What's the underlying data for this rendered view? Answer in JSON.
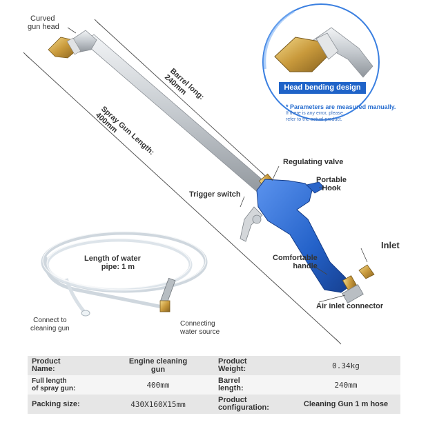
{
  "labels": {
    "curved_gun_head": [
      "Curved",
      "gun head"
    ],
    "head_bending_design": "Head bending design",
    "note": [
      "* Parameters are measured manually.",
      "If there is any error, please",
      "refer to the actual product."
    ],
    "barrel_long": "Barrel long:",
    "barrel_long_value": "240mm",
    "spray_gun_length": "Spray Gun Length:",
    "spray_gun_length_value": "400mm",
    "regulating_valve": "Regulating valve",
    "portable_hook": [
      "Portable",
      "Hook"
    ],
    "trigger_switch": "Trigger switch",
    "inlet": "Inlet",
    "comfortable_handle": [
      "Comfortable",
      "handle"
    ],
    "air_inlet_connector": "Air inlet connector",
    "length_of_water_pipe": [
      "Length of water",
      "pipe: 1 m"
    ],
    "connect_to_cleaning_gun": [
      "Connect to",
      "cleaning gun"
    ],
    "connecting_water_source": [
      "Connecting",
      "water source"
    ]
  },
  "specs": [
    {
      "k1": [
        "Product",
        "Name:"
      ],
      "v1": [
        "Engine cleaning",
        "gun"
      ],
      "k2": [
        "Product",
        "Weight:"
      ],
      "v2": "0.34kg"
    },
    {
      "k1": [
        "Full length",
        "of spray gun:"
      ],
      "v1": [
        "400mm"
      ],
      "k2": [
        "Barrel",
        "length:"
      ],
      "v2": "240mm"
    },
    {
      "k1": [
        "Packing size:"
      ],
      "v1": [
        "430X160X15mm"
      ],
      "k2": [
        "Product",
        "configuration:"
      ],
      "v2": "Cleaning Gun 1 m hose"
    }
  ],
  "colors": {
    "gun_body": "#2f6fd6",
    "brass": "#c9a24a",
    "accent_blue": "#1f63c8",
    "barrel": "#c8ccd0"
  }
}
